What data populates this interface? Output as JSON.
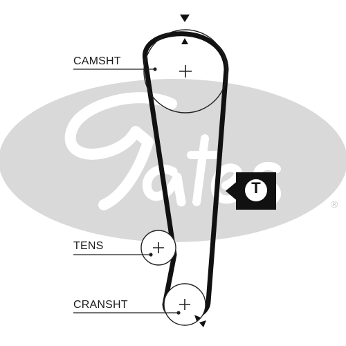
{
  "brand": {
    "watermark_color": "#d9d9d9",
    "registered_mark": "®"
  },
  "diagram": {
    "labels": {
      "camshaft": "CAMSHT",
      "tensioner": "TENS",
      "crankshaft": "CRANSHT"
    },
    "tension_marker": "T",
    "belt_color": "#111111",
    "icons": [
      "timing-mark-top-icon",
      "timing-mark-crank-icon",
      "tension-indicator-icon"
    ]
  }
}
